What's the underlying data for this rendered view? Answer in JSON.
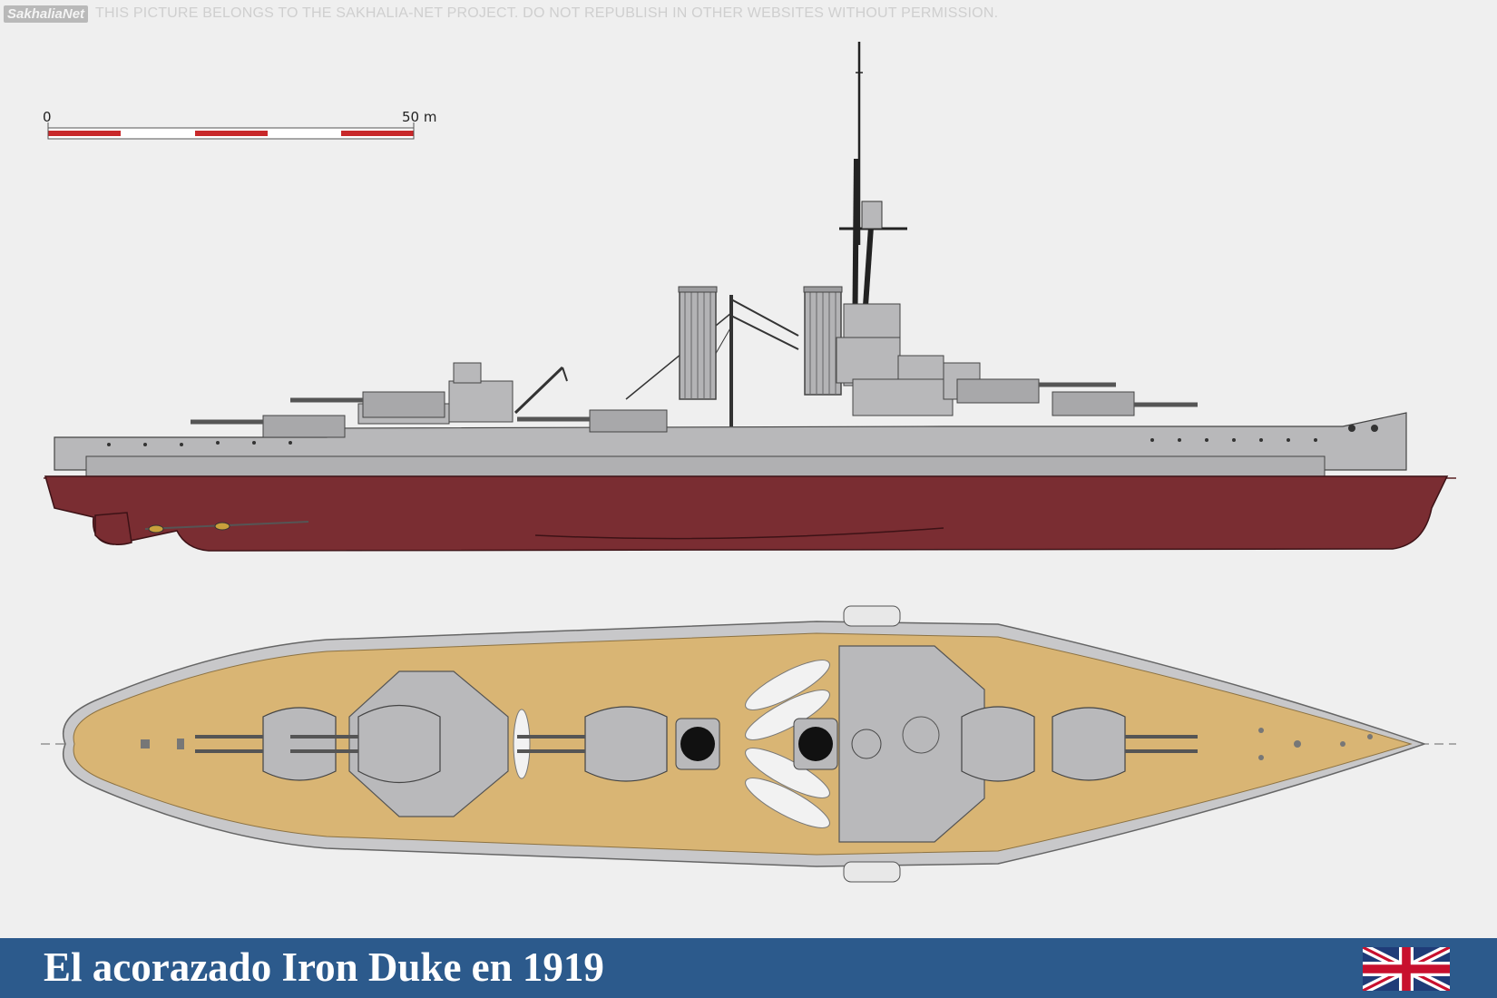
{
  "header": {
    "logo_text": "SakhaliaNet",
    "watermark": "THIS PICTURE BELONGS TO THE SAKHALIA-NET PROJECT. DO NOT REPUBLISH IN OTHER WEBSITES WITHOUT PERMISSION."
  },
  "scale_bar": {
    "start_label": "0",
    "end_label": "50 m",
    "segment_colors": [
      "#c8282a",
      "#ffffff"
    ]
  },
  "views": {
    "profile": {
      "hull_color": "#7a2d32",
      "superstructure_color": "#b8b8ba"
    },
    "plan": {
      "deck_color": "#d9b574",
      "fitting_color": "#b9b9bb"
    }
  },
  "footer": {
    "title": "El acorazado Iron Duke en 1919",
    "flag_icon": "union-jack-icon",
    "background_color": "#2c5a8c"
  }
}
